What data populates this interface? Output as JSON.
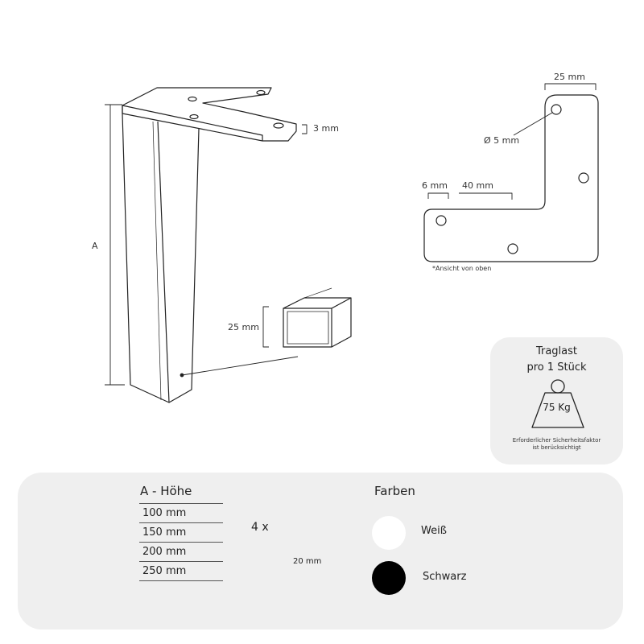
{
  "leg": {
    "height_label": "A",
    "plate_thickness": "3 mm",
    "profile_size": "25 mm"
  },
  "top_view": {
    "width": "25 mm",
    "hole_diameter": "Ø 5 mm",
    "edge_offset": "6 mm",
    "hole_spacing": "40 mm",
    "note": "*Ansicht von oben"
  },
  "load": {
    "title_line1": "Traglast",
    "title_line2": "pro 1 Stück",
    "weight": "75 Kg",
    "note_line1": "Erforderlicher Sicherheitsfaktor",
    "note_line2": "ist berücksichtigt"
  },
  "heights": {
    "title": "A - Höhe",
    "options": [
      "100 mm",
      "150 mm",
      "200 mm",
      "250 mm"
    ]
  },
  "screw": {
    "quantity": "4 x",
    "length": "20 mm"
  },
  "colors": {
    "title": "Farben",
    "options": [
      {
        "name": "Weiß",
        "hex": "#ffffff"
      },
      {
        "name": "Schwarz",
        "hex": "#000000"
      }
    ]
  }
}
